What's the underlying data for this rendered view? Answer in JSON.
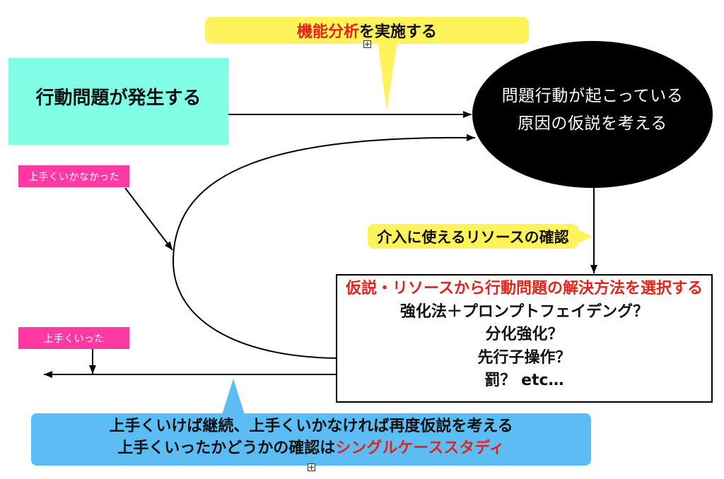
{
  "colors": {
    "callout_yellow": "#FFF35C",
    "start_box_cyan": "#80FFE6",
    "label_pink": "#FF3AA5",
    "callout_blue": "#5BBDF4",
    "highlight_red": "#E5231B",
    "ellipse_fill": "#000000",
    "text_dark": "#111111",
    "text_light": "#FFFFFF"
  },
  "icons": {
    "callout_marker": "plus-square-icon"
  },
  "top_callout": {
    "highlight": "機能分析",
    "text": "を実施する"
  },
  "start_box": {
    "label": "行動問題が発生する"
  },
  "hypothesis": {
    "line1": "問題行動が起こっている",
    "line2": "原因の仮説を考える"
  },
  "resource_callout": {
    "text": "介入に使えるリソースの確認"
  },
  "solution_box": {
    "heading": "仮説・リソースから行動問題の解決方法を選択する",
    "options": [
      "強化法＋プロンプトフェイデング？",
      "分化強化？",
      "先行子操作？",
      "罰？ etc…"
    ]
  },
  "labels": {
    "failure": "上手くいかなかった",
    "success": "上手くいった"
  },
  "bottom_callout": {
    "line1": "上手くいけば継続、上手くいかなければ再度仮説を考える",
    "line2_text": "上手くいったかどうかの確認は",
    "line2_highlight": "シングルケーススタディ"
  }
}
